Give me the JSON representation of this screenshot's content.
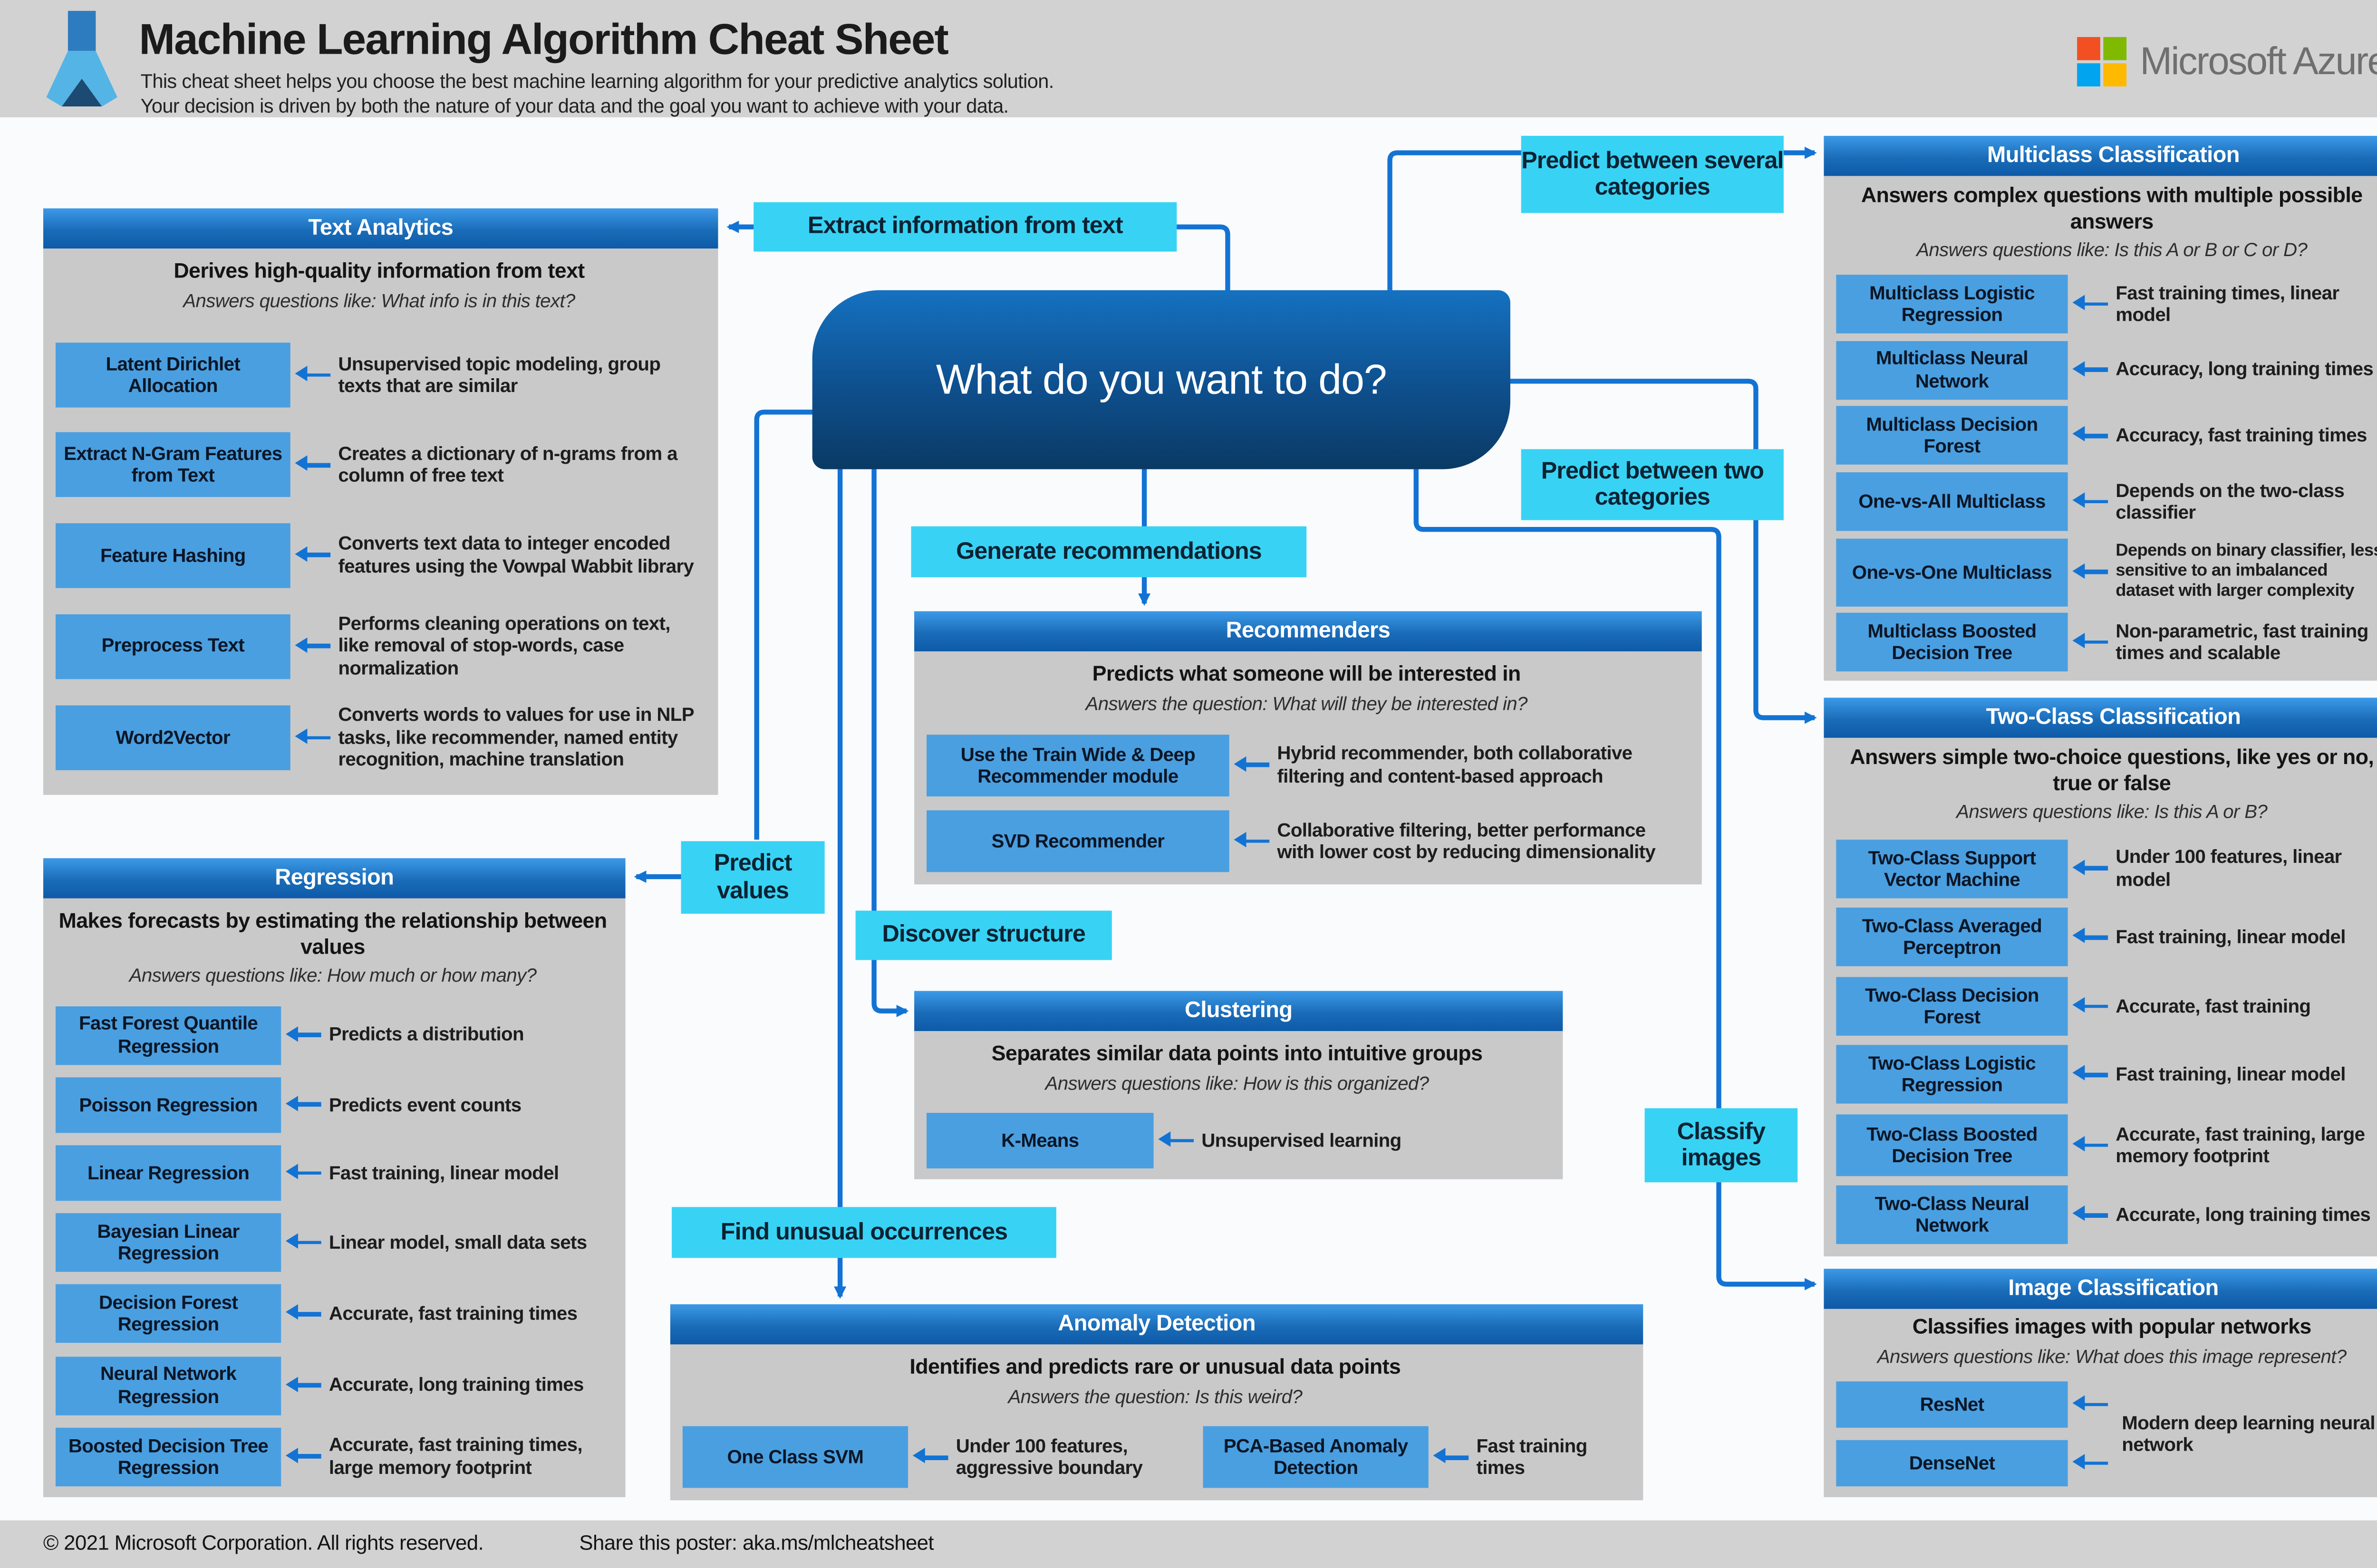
{
  "header": {
    "title": "Machine Learning Algorithm Cheat Sheet",
    "subtitle1": "This cheat sheet helps you choose the best machine learning algorithm for your predictive analytics solution.",
    "subtitle2": "Your decision is driven by both the nature of your data and the goal you want to achieve with your data.",
    "brand": "Microsoft Azure"
  },
  "node": {
    "label": "What do you want to do?"
  },
  "decisions": {
    "extract": "Extract information from text",
    "several": "Predict between several categories",
    "two": "Predict between two categories",
    "recommend": "Generate recommendations",
    "values": "Predict values",
    "structure": "Discover structure",
    "unusual": "Find unusual occurrences",
    "images": "Classify images"
  },
  "panels": {
    "text_analytics": {
      "title": "Text Analytics",
      "heading": "Derives high-quality information from text",
      "question": "Answers questions like: What info is in this text?",
      "items": [
        {
          "name": "Latent Dirichlet Allocation",
          "desc": "Unsupervised topic modeling, group texts that are similar"
        },
        {
          "name": "Extract N-Gram Features from Text",
          "desc": "Creates a dictionary of n-grams from a column of free text"
        },
        {
          "name": "Feature Hashing",
          "desc": "Converts text data to integer encoded features using the Vowpal Wabbit library"
        },
        {
          "name": "Preprocess Text",
          "desc": "Performs cleaning operations on text, like removal of stop-words, case normalization"
        },
        {
          "name": "Word2Vector",
          "desc": "Converts words to values for use in NLP tasks, like recommender, named entity recognition, machine translation"
        }
      ]
    },
    "regression": {
      "title": "Regression",
      "heading": "Makes forecasts by estimating the relationship between values",
      "question": "Answers questions like: How much or how many?",
      "items": [
        {
          "name": "Fast Forest Quantile Regression",
          "desc": "Predicts a distribution"
        },
        {
          "name": "Poisson Regression",
          "desc": "Predicts event counts"
        },
        {
          "name": "Linear Regression",
          "desc": "Fast training, linear model"
        },
        {
          "name": "Bayesian Linear Regression",
          "desc": "Linear model, small data sets"
        },
        {
          "name": "Decision Forest Regression",
          "desc": "Accurate, fast training times"
        },
        {
          "name": "Neural Network Regression",
          "desc": "Accurate, long training times"
        },
        {
          "name": "Boosted Decision Tree Regression",
          "desc": "Accurate, fast training times, large memory footprint"
        }
      ]
    },
    "recommenders": {
      "title": "Recommenders",
      "heading": "Predicts what someone will be interested in",
      "question": "Answers the question: What will they be interested in?",
      "items": [
        {
          "name": "Use the Train Wide & Deep Recommender module",
          "desc": "Hybrid recommender, both collaborative filtering and content-based approach"
        },
        {
          "name": "SVD Recommender",
          "desc": "Collaborative filtering, better performance with lower cost by reducing dimensionality"
        }
      ]
    },
    "clustering": {
      "title": "Clustering",
      "heading": "Separates similar data points into intuitive groups",
      "question": "Answers questions like: How is this organized?",
      "items": [
        {
          "name": "K-Means",
          "desc": "Unsupervised learning"
        }
      ]
    },
    "anomaly": {
      "title": "Anomaly Detection",
      "heading": "Identifies and predicts rare or unusual data points",
      "question": "Answers the question: Is this weird?",
      "items": [
        {
          "name": "One Class SVM",
          "desc": "Under 100 features, aggressive boundary"
        },
        {
          "name": "PCA-Based Anomaly Detection",
          "desc": "Fast training times"
        }
      ]
    },
    "multiclass": {
      "title": "Multiclass Classification",
      "heading": "Answers complex questions with multiple possible answers",
      "question": "Answers questions like: Is this A or B or C or D?",
      "items": [
        {
          "name": "Multiclass Logistic Regression",
          "desc": "Fast training times, linear model"
        },
        {
          "name": "Multiclass Neural Network",
          "desc": "Accuracy, long training times"
        },
        {
          "name": "Multiclass Decision Forest",
          "desc": "Accuracy, fast training times"
        },
        {
          "name": "One-vs-All Multiclass",
          "desc": "Depends on the two-class classifier"
        },
        {
          "name": "One-vs-One Multiclass",
          "desc": "Depends on binary classifier, less sensitive to an imbalanced dataset with larger complexity"
        },
        {
          "name": "Multiclass Boosted Decision Tree",
          "desc": "Non-parametric, fast training times and scalable"
        }
      ]
    },
    "twoclass": {
      "title": "Two-Class Classification",
      "heading": "Answers simple two-choice questions, like yes or no, true or false",
      "question": "Answers questions like: Is this A or B?",
      "items": [
        {
          "name": "Two-Class Support Vector Machine",
          "desc": "Under 100 features, linear model"
        },
        {
          "name": "Two-Class Averaged Perceptron",
          "desc": "Fast training, linear model"
        },
        {
          "name": "Two-Class Decision Forest",
          "desc": "Accurate, fast training"
        },
        {
          "name": "Two-Class Logistic Regression",
          "desc": "Fast training, linear model"
        },
        {
          "name": "Two-Class Boosted Decision Tree",
          "desc": "Accurate, fast training, large memory footprint"
        },
        {
          "name": "Two-Class Neural Network",
          "desc": "Accurate, long training times"
        }
      ]
    },
    "imageclass": {
      "title": "Image Classification",
      "heading": "Classifies images with popular networks",
      "question": "Answers questions like: What does this image represent?",
      "items": [
        {
          "name": "ResNet"
        },
        {
          "name": "DenseNet"
        }
      ],
      "shared_desc": "Modern deep learning neural network"
    }
  },
  "footer": {
    "copyright": "© 2021 Microsoft Corporation. All rights reserved.",
    "share": "Share this poster: aka.ms/mlcheatsheet"
  },
  "colors": {
    "connector_blue": "#1273d4",
    "algorithm_box_blue": "#4a9fe0",
    "decision_label_cyan": "#38d3f4",
    "panel_gray": "#c9c9c9",
    "band_gray": "#d2d2d2",
    "panel_header_gradient_top": "#3c9ae8",
    "panel_header_gradient_bottom": "#0d5aa8",
    "node_gradient_top": "#1571c0",
    "node_gradient_bottom": "#0a3a64",
    "ms_logo_red": "#f25022",
    "ms_logo_green": "#7fba00",
    "ms_logo_blue": "#00a4ef",
    "ms_logo_yellow": "#ffb900"
  }
}
